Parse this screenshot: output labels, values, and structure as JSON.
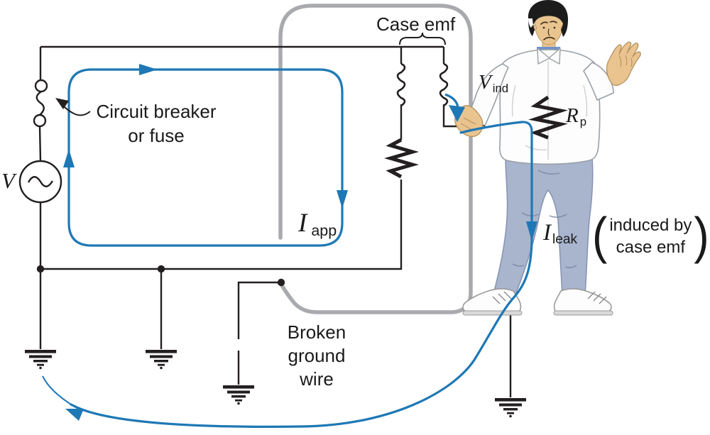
{
  "figure": {
    "description": "Appliance with broken ground wire inducing case emf; leakage current flows through person to ground",
    "colors": {
      "bg": "#ffffff",
      "current_blue": "#1e78b5",
      "case_gray": "#a8aaad",
      "wire_black": "#231f20",
      "skin": "#e9c48f",
      "shirt": "#fdfdfd",
      "undershirt": "#6e93cc",
      "pants": "#a9b4cd"
    }
  },
  "labels": {
    "source_voltage": "V",
    "breaker": {
      "line1": "Circuit breaker",
      "line2": "or fuse"
    },
    "case_emf": "Case emf",
    "i_app": {
      "symbol": "I",
      "subscript": "app"
    },
    "v_ind": {
      "symbol": "V",
      "subscript": "ind"
    },
    "r_p": {
      "symbol": "R",
      "subscript": "p"
    },
    "i_leak": {
      "symbol": "I",
      "subscript": "leak"
    },
    "induced_note": {
      "open_paren": "(",
      "line1": "induced by",
      "line2": "case emf",
      "close_paren": ")"
    },
    "broken_ground": {
      "line1": "Broken",
      "line2": "ground",
      "line3": "wire"
    }
  }
}
